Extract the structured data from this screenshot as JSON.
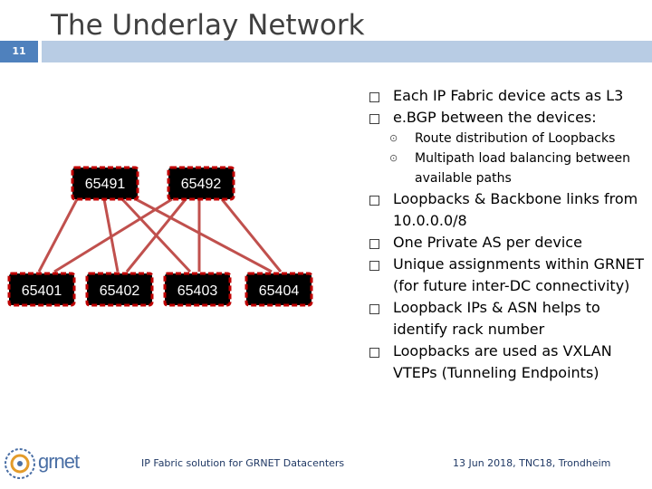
{
  "slide": {
    "title": "The Underlay Network",
    "number": "11"
  },
  "diagram": {
    "spines": [
      {
        "label": "65491"
      },
      {
        "label": "65492"
      }
    ],
    "leaves": [
      {
        "label": "65401"
      },
      {
        "label": "65402"
      },
      {
        "label": "65403"
      },
      {
        "label": "65404"
      }
    ],
    "link_color": "#c0504d",
    "node_fill": "#000000",
    "node_border": "#c00000"
  },
  "bullets": [
    {
      "text": "Each IP Fabric device acts as L3"
    },
    {
      "text": "e.BGP between the devices:"
    },
    {
      "sub": [
        "Route distribution of Loopbacks",
        "Multipath load balancing between",
        "available paths"
      ]
    },
    {
      "text": "Loopbacks & Backbone links from"
    },
    {
      "cont": "10.0.0.0/8"
    },
    {
      "text": "One Private AS per device"
    },
    {
      "text": "Unique assignments within GRNET"
    },
    {
      "cont": "(for future inter-DC connectivity)"
    },
    {
      "text": "Loopback IPs & ASN helps to"
    },
    {
      "cont": "identify rack number"
    },
    {
      "text": "Loopbacks are used as VXLAN"
    },
    {
      "cont": "VTEPs (Tunneling Endpoints)"
    }
  ],
  "footer": {
    "left": "IP Fabric solution for GRNET Datacenters",
    "right": "13 Jun 2018, TNC18, Trondheim"
  },
  "logo": {
    "text": "grnet",
    "icon": "grnet-logo-icon"
  }
}
